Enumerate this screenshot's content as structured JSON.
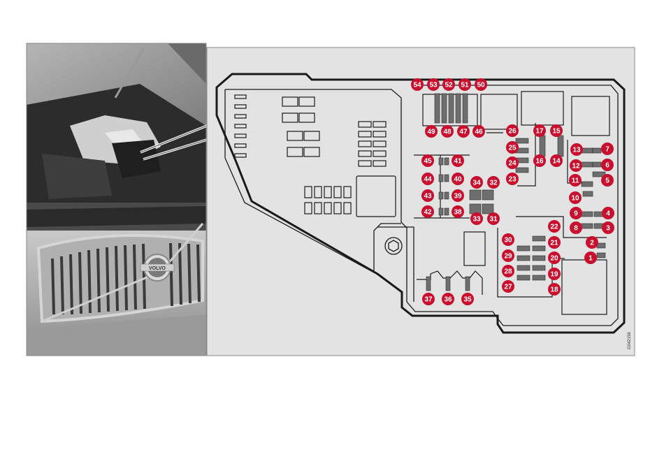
{
  "figure": {
    "image_code": "G042156",
    "accent_color": "#c8102e",
    "panel_color": "#e3e3e3",
    "line_color": "#1a1a1a",
    "fuse_color": "#6e6e6e"
  },
  "photo": {
    "grille_badge_text": "VOLVO"
  },
  "fuse_labels": [
    "1",
    "2",
    "3",
    "4",
    "5",
    "6",
    "7",
    "8",
    "9",
    "10",
    "11",
    "12",
    "13",
    "14",
    "15",
    "16",
    "17",
    "18",
    "19",
    "20",
    "21",
    "22",
    "23",
    "24",
    "25",
    "26",
    "27",
    "28",
    "29",
    "30",
    "31",
    "32",
    "33",
    "34",
    "35",
    "36",
    "37",
    "38",
    "39",
    "40",
    "41",
    "42",
    "43",
    "44",
    "45",
    "46",
    "47",
    "48",
    "49",
    "50",
    "51",
    "52",
    "53",
    "54"
  ]
}
